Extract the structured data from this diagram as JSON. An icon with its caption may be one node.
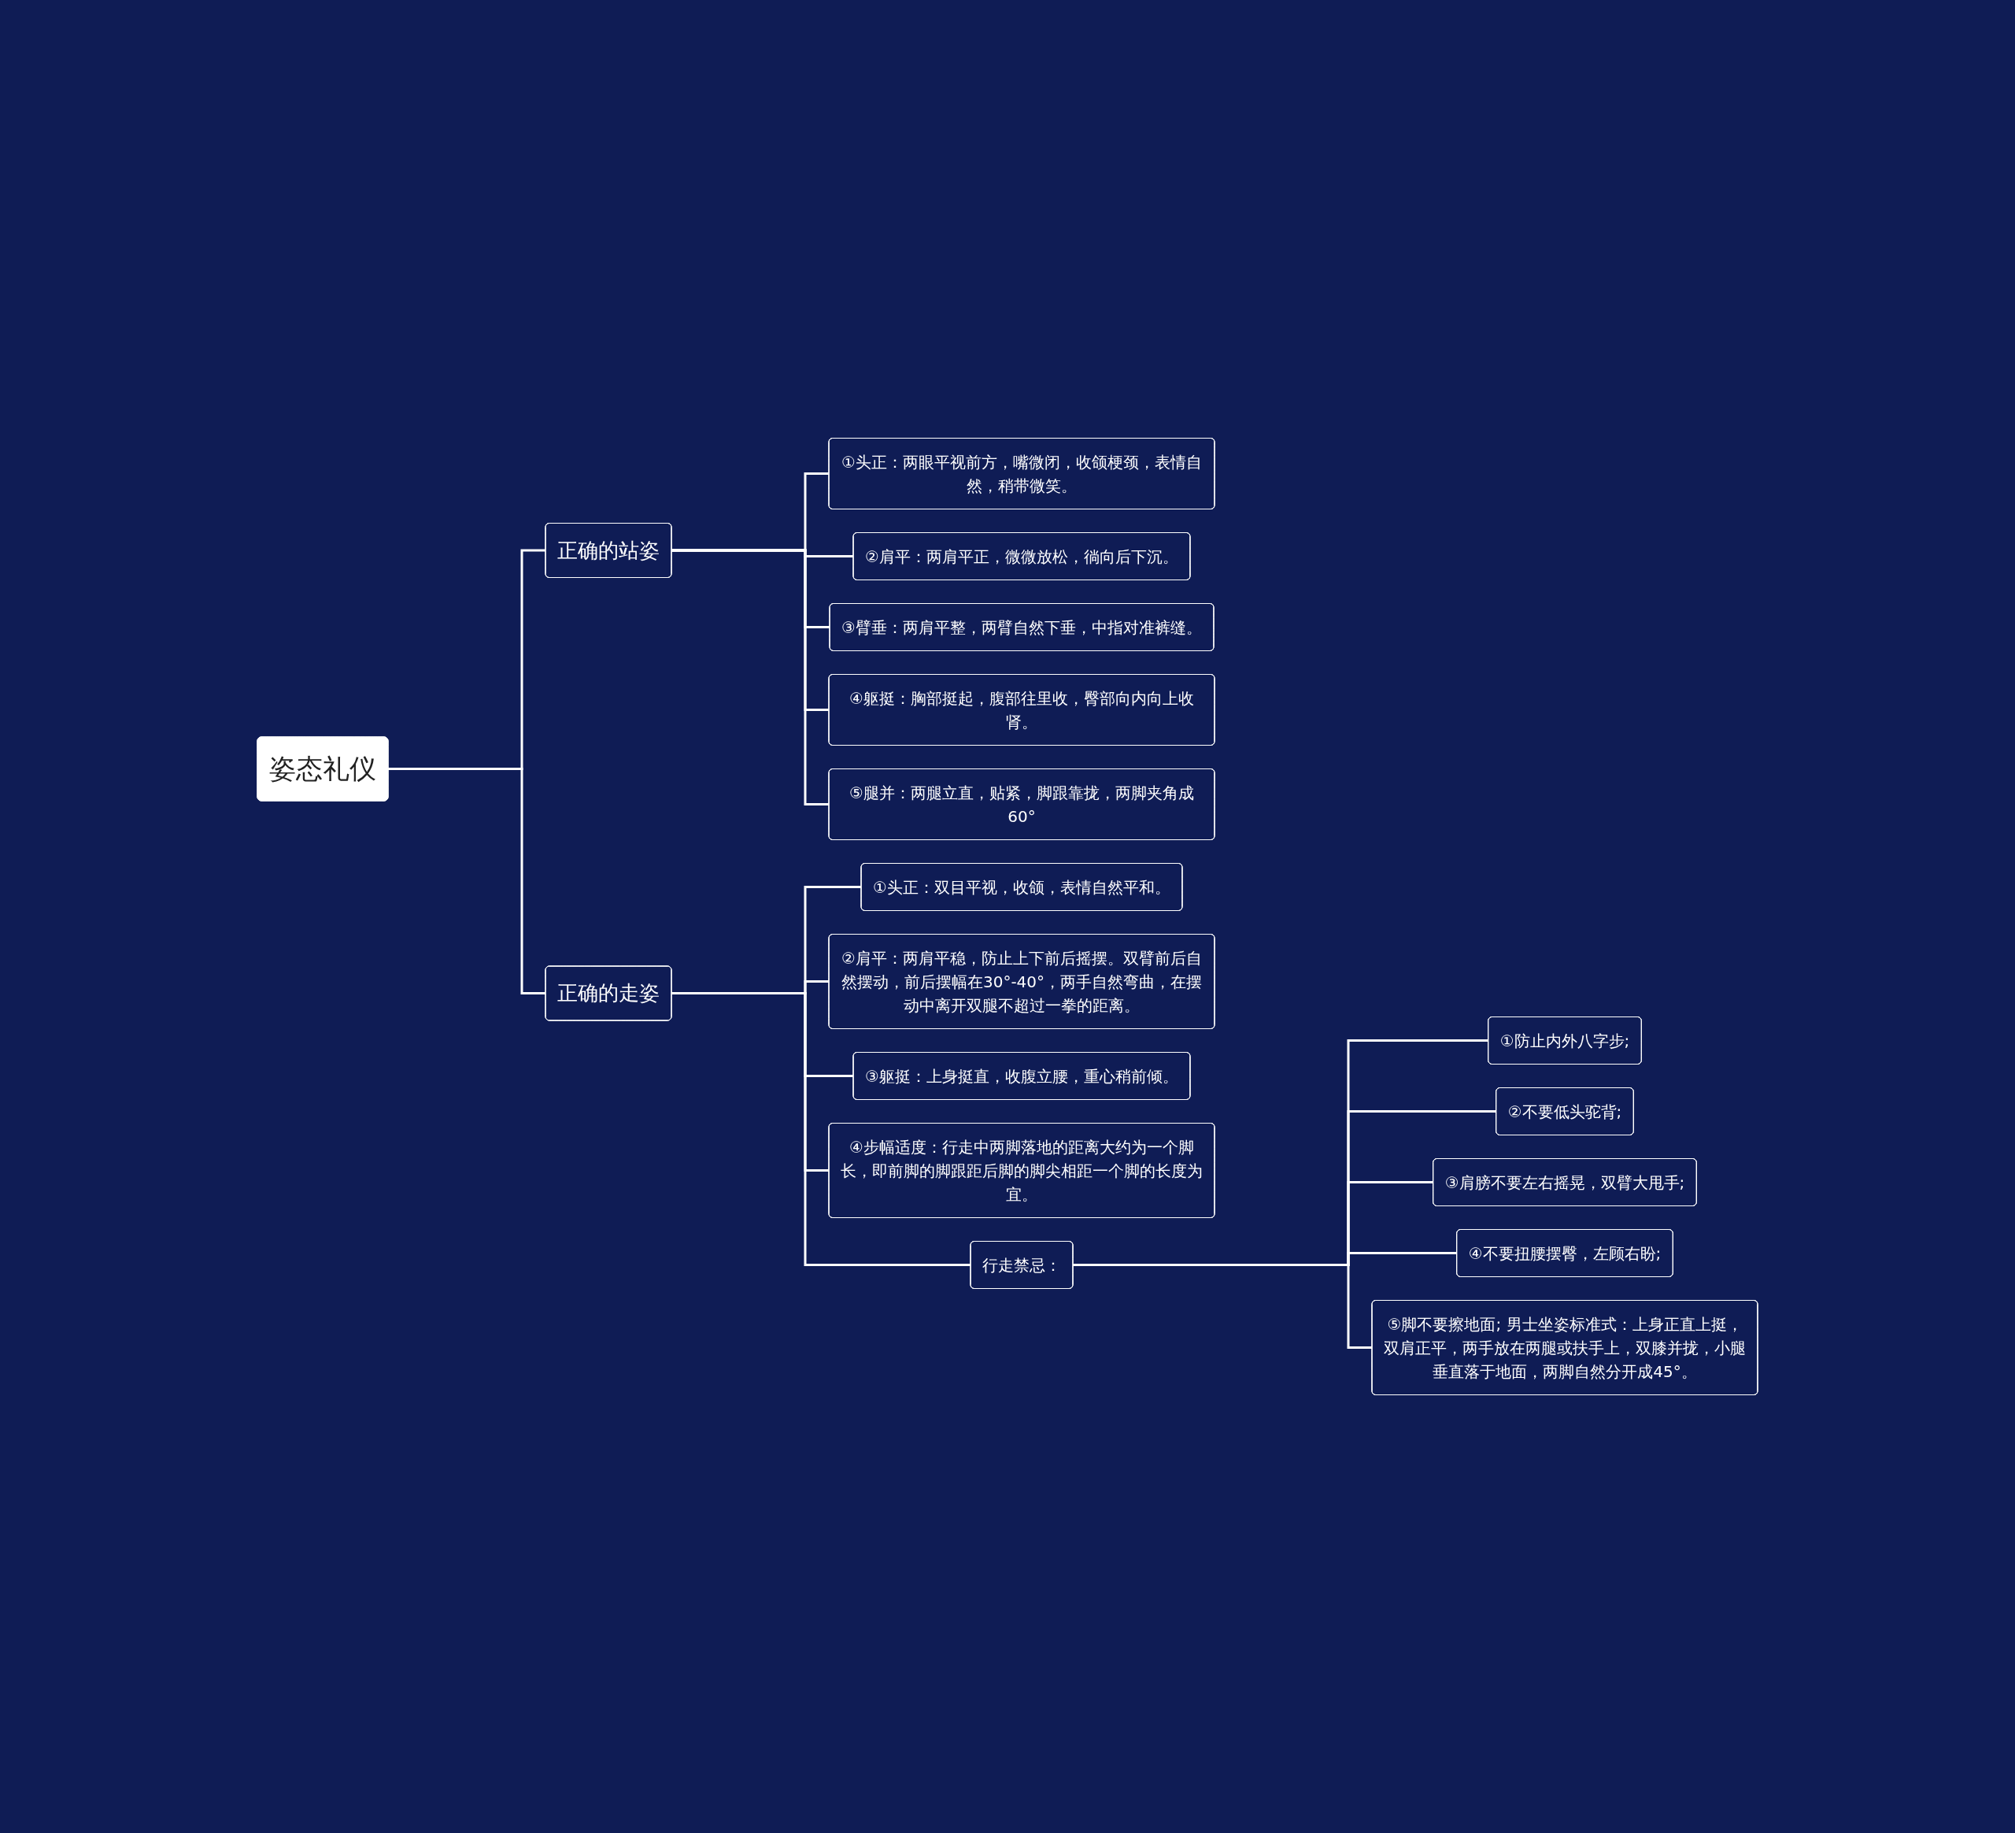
{
  "diagram": {
    "nodes": [
      {
        "text": [
          "姿态礼仪"
        ]
      },
      {
        "text": [
          "正确的站姿"
        ]
      },
      {
        "text": [
          "①头正：两眼平视前方，嘴微闭，收颌梗颈，表情自然，稍带微笑。"
        ]
      },
      {
        "text": [
          "②肩平：两肩平正，微微放松，徜向后下沉。"
        ]
      },
      {
        "text": [
          "③臂垂：两肩平整，两臂自然下垂，中指对准裤缝。"
        ]
      },
      {
        "text": [
          "④躯挺：胸部挺起，腹部往里收，臀部向内向上收肾。"
        ]
      },
      {
        "text": [
          "⑤腿并：两腿立直，贴紧，脚跟靠拢，两脚夹角成60°"
        ]
      },
      {
        "text": [
          "正确的走姿"
        ]
      },
      {
        "text": [
          "①头正：双目平视，收颌，表情自然平和。"
        ]
      },
      {
        "text": [
          "②肩平：两肩平稳，防止上下前后摇摆。双臂前后自然摆动，前后摆幅在30°-40°，两手自然弯曲，在摆动中离开双腿不超过一拳的距离。"
        ]
      },
      {
        "text": [
          "③躯挺：上身挺直，收腹立腰，重心稍前倾。"
        ]
      },
      {
        "text": [
          "④步幅适度：行走中两脚落地的距离大约为一个脚长，即前脚的脚跟距后脚的脚尖相距一个脚的长度为宜。"
        ]
      },
      {
        "text": [
          "行走禁忌："
        ]
      },
      {
        "text": [
          "①防止内外八字步;"
        ]
      },
      {
        "text": [
          "②不要低头驼背;"
        ]
      },
      {
        "text": [
          "③肩膀不要左右摇晃，双臂大甩手;"
        ]
      },
      {
        "text": [
          "④不要扭腰摆臀，左顾右盼;"
        ]
      },
      {
        "text": [
          "⑤脚不要擦地面; 男士坐姿标准式：上身正直上挺，双肩正平，两手放在两腿或扶手上，双膝并拢，小腿垂直落于地面，两脚自然分开成45°。"
        ]
      }
    ],
    "edges": [
      {
        "from": 0,
        "to": 1,
        "arrow": "none"
      },
      {
        "from": 1,
        "to": 2,
        "arrow": "none"
      },
      {
        "from": 1,
        "to": 3,
        "arrow": "none"
      },
      {
        "from": 1,
        "to": 4,
        "arrow": "none"
      },
      {
        "from": 1,
        "to": 5,
        "arrow": "none"
      },
      {
        "from": 1,
        "to": 6,
        "arrow": "none"
      },
      {
        "from": 0,
        "to": 7,
        "arrow": "none"
      },
      {
        "from": 7,
        "to": 8,
        "arrow": "none"
      },
      {
        "from": 7,
        "to": 9,
        "arrow": "none"
      },
      {
        "from": 7,
        "to": 10,
        "arrow": "none"
      },
      {
        "from": 7,
        "to": 11,
        "arrow": "none"
      },
      {
        "from": 7,
        "to": 12,
        "arrow": "none"
      },
      {
        "from": 12,
        "to": 13,
        "arrow": "none"
      },
      {
        "from": 12,
        "to": 14,
        "arrow": "none"
      },
      {
        "from": 12,
        "to": 15,
        "arrow": "none"
      },
      {
        "from": 12,
        "to": 16,
        "arrow": "none"
      },
      {
        "from": 12,
        "to": 17,
        "arrow": "none"
      }
    ]
  }
}
